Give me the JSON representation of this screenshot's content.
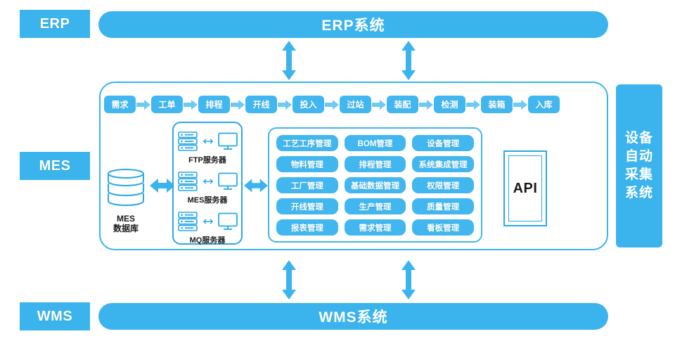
{
  "colors": {
    "primary": "#3BB4EE",
    "chip": "#41B6EF",
    "outline": "#2AA8E8",
    "arrow": "#3BB4EE",
    "text_dark": "#1a1a1a",
    "background": "#ffffff"
  },
  "tiers": [
    {
      "label": "ERP"
    },
    {
      "label": "MES"
    },
    {
      "label": "WMS"
    }
  ],
  "systems": {
    "erp_bar": "ERP系统",
    "wms_bar": "WMS系统"
  },
  "process_chain": {
    "steps": [
      "需求",
      "工单",
      "排程",
      "开线",
      "投入",
      "过站",
      "装配",
      "检测",
      "装箱",
      "入库"
    ],
    "arrow_icon": "right-arrow-icon"
  },
  "database": {
    "icon": "database-cylinder-icon",
    "label_line1": "MES",
    "label_line2": "数据库"
  },
  "servers": [
    {
      "label": "FTP服务器",
      "server_icon": "server-rack-icon",
      "link_icon": "left-right-arrow-icon",
      "client_icon": "monitor-icon"
    },
    {
      "label": "MES服务器",
      "server_icon": "server-rack-icon",
      "link_icon": "left-right-arrow-icon",
      "client_icon": "monitor-icon"
    },
    {
      "label": "MQ服务器",
      "server_icon": "server-rack-icon",
      "link_icon": "left-right-arrow-icon",
      "client_icon": "monitor-icon"
    }
  ],
  "modules": [
    "工艺工序管理",
    "BOM管理",
    "设备管理",
    "物料管理",
    "排程管理",
    "系统集成管理",
    "工厂管理",
    "基础数据管理",
    "权限管理",
    "开线管理",
    "生产管理",
    "质量管理",
    "报表管理",
    "需求管理",
    "看板管理"
  ],
  "api": {
    "label": "API"
  },
  "right_bar": {
    "label": "设备自动采集系统"
  },
  "connectors": {
    "vertical_double_arrow": "up-down-arrow-icon",
    "horizontal_double_arrow": "left-right-arrow-icon"
  }
}
